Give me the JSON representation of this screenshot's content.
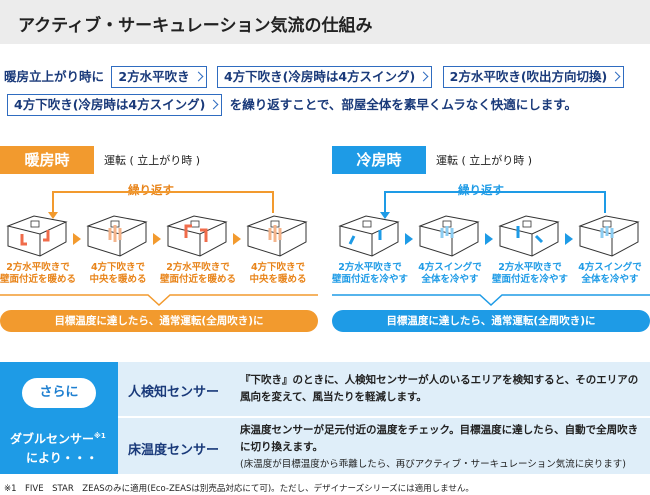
{
  "title": "アクティブ・サーキュレーション気流の仕組み",
  "flow": {
    "intro": "暖房立上がり時に",
    "steps": [
      "2方水平吹き",
      "4方下吹き(冷房時は4方スイング)",
      "2方水平吹き(吹出方向切換)",
      "4方下吹き(冷房時は4方スイング)"
    ],
    "outro": "を繰り返すことで、部屋全体を素早くムラなく快適にします。"
  },
  "heating": {
    "badge": "暖房時",
    "sub": "運転 ( 立上がり時 )",
    "repeat": "繰り返す",
    "captions": [
      [
        "2方水平吹きで",
        "壁面付近を暖める"
      ],
      [
        "4方下吹きで",
        "中央を暖める"
      ],
      [
        "2方水平吹きで",
        "壁面付近を暖める"
      ],
      [
        "4方下吹きで",
        "中央を暖める"
      ]
    ],
    "result": "目標温度に達したら、通常運転(全周吹き)に",
    "accent": "#f29a2e"
  },
  "cooling": {
    "badge": "冷房時",
    "sub": "運転 ( 立上がり時 )",
    "repeat": "繰り返す",
    "captions": [
      [
        "2方水平吹きで",
        "壁面付近を冷やす"
      ],
      [
        "4方スイングで",
        "全体を冷やす"
      ],
      [
        "2方水平吹きで",
        "壁面付近を冷やす"
      ],
      [
        "4方スイングで",
        "全体を冷やす"
      ]
    ],
    "result": "目標温度に達したら、通常運転(全周吹き)に",
    "accent": "#1e9be6"
  },
  "sensors": {
    "sarani": "さらに",
    "double": "ダブルセンサー",
    "double_mark": "※1",
    "by": "により・・・",
    "human": {
      "name": "人検知センサー",
      "desc": "『下吹き』のときに、人検知センサーが人のいるエリアを検知すると、そのエリアの風向を変えて、風当たりを軽減します。"
    },
    "floor": {
      "name": "床温度センサー",
      "desc": "床温度センサーが足元付近の温度をチェック。目標温度に達したら、自動で全周吹きに切り換えます。",
      "note": "(床温度が目標温度から乖離したら、再びアクティブ・サーキュレーション気流に戻ります)"
    }
  },
  "footnote": "※1　FIVE　STAR　ZEASのみに適用(Eco-ZEASは別売品対応にて可)。ただし、デザイナーズシリーズには適用しません。"
}
